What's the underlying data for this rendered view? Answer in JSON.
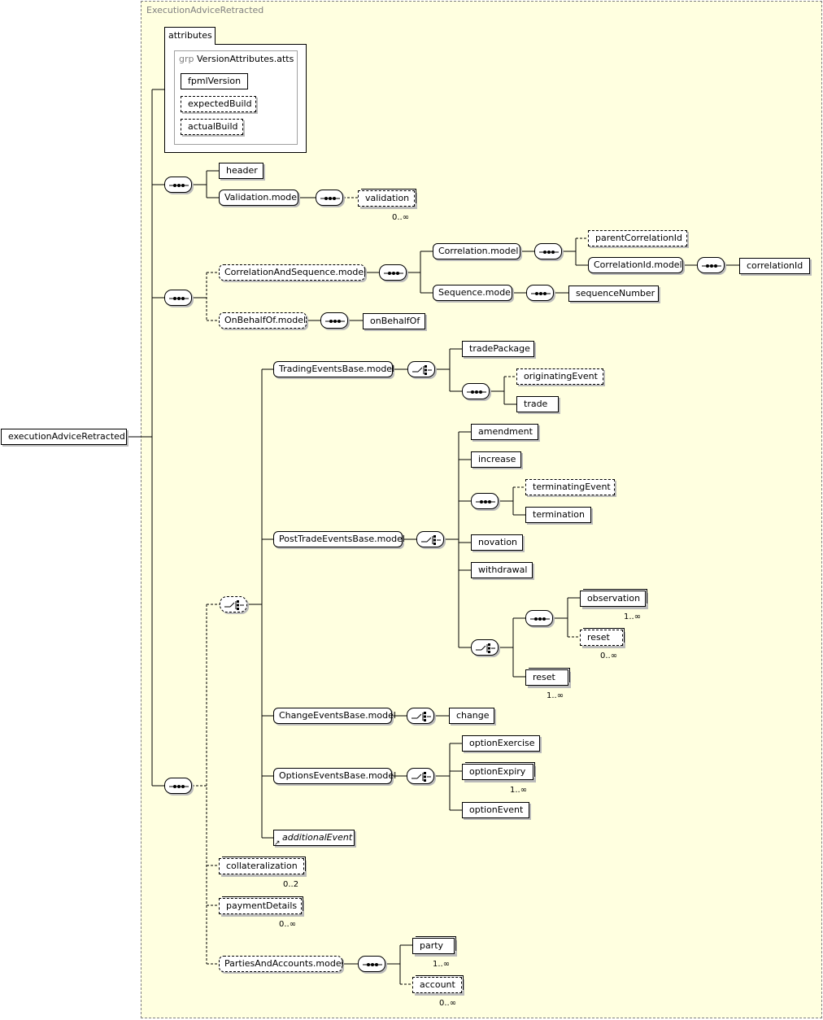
{
  "complex_type": "ExecutionAdviceRetracted",
  "root_element": "executionAdviceRetracted",
  "attributes": {
    "tab_label": "attributes",
    "group_keyword": "grp",
    "group_name": "VersionAttributes.atts",
    "items": [
      "fpmlVersion",
      "expectedBuild",
      "actualBuild"
    ]
  },
  "elements": {
    "header": "header",
    "validation_model": "Validation.model",
    "validation": "validation",
    "correlation_and_sequence_model": "CorrelationAndSequence.model",
    "correlation_model": "Correlation.model",
    "parent_correlation_id": "parentCorrelationId",
    "correlation_id_model": "CorrelationId.model",
    "correlation_id": "correlationId",
    "sequence_model": "Sequence.model",
    "sequence_number": "sequenceNumber",
    "on_behalf_of_model": "OnBehalfOf.model",
    "on_behalf_of": "onBehalfOf",
    "trading_events_base_model": "TradingEventsBase.model",
    "trade_package": "tradePackage",
    "originating_event": "originatingEvent",
    "trade": "trade",
    "post_trade_events_base_model": "PostTradeEventsBase.model",
    "amendment": "amendment",
    "increase": "increase",
    "terminating_event": "terminatingEvent",
    "termination": "termination",
    "novation": "novation",
    "withdrawal": "withdrawal",
    "observation": "observation",
    "reset_optional": "reset",
    "reset": "reset",
    "change_events_base_model": "ChangeEventsBase.model",
    "change": "change",
    "options_events_base_model": "OptionsEventsBase.model",
    "option_exercise": "optionExercise",
    "option_expiry": "optionExpiry",
    "option_event": "optionEvent",
    "additional_event": "additionalEvent",
    "collateralization": "collateralization",
    "payment_details": "paymentDetails",
    "parties_and_accounts_model": "PartiesAndAccounts.model",
    "party": "party",
    "account": "account"
  },
  "cardinalities": {
    "validation": "0..∞",
    "observation": "1..∞",
    "reset_optional": "0..∞",
    "reset": "1..∞",
    "option_expiry": "1..∞",
    "collateralization": "0..2",
    "payment_details": "0..∞",
    "party": "1..∞",
    "account": "0..∞"
  },
  "colors": {
    "type_background": "#ffffe0",
    "node_background": "#ffffff",
    "shadow": "#bbbbbb",
    "title_gray": "#808080"
  }
}
